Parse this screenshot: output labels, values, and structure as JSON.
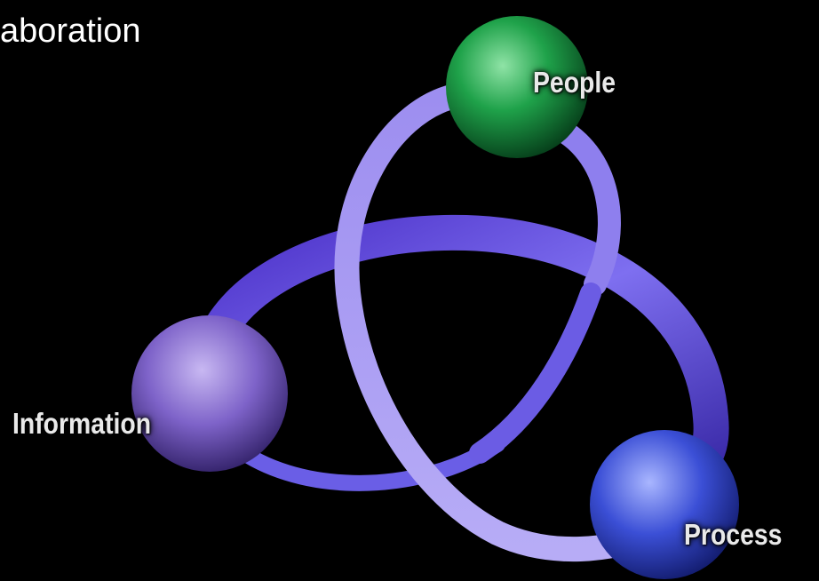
{
  "title": "aboration",
  "nodes": {
    "people": {
      "label": "People",
      "color": "#1fa24a"
    },
    "information": {
      "label": "Information",
      "color": "#7e63c9"
    },
    "process": {
      "label": "Process",
      "color": "#3b4fd6"
    }
  },
  "ribbon_color": "#6a55e0"
}
